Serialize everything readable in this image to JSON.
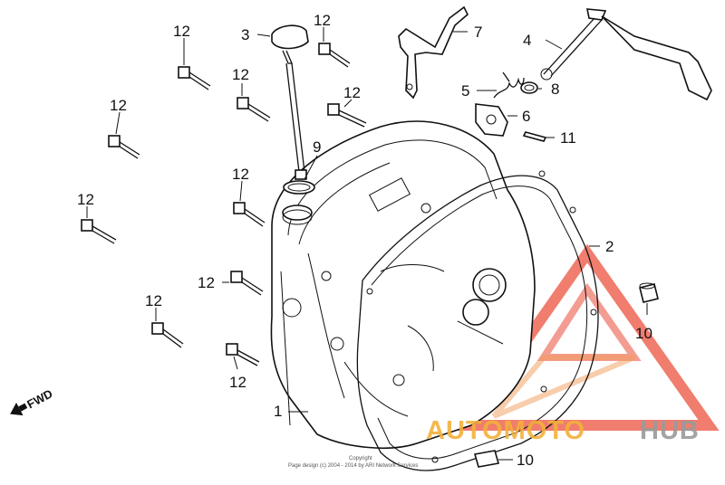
{
  "callouts": {
    "c1": "1",
    "c2": "2",
    "c3": "3",
    "c4": "4",
    "c5": "5",
    "c6": "6",
    "c7": "7",
    "c8": "8",
    "c9": "9",
    "c10": "10",
    "c11": "11",
    "c12": "12"
  },
  "fwd_label": "FWD",
  "copyright": "Page design (c) 2004 - 2014 by ARI Network Services",
  "copyright_top": "Copyright",
  "watermark": {
    "part1": "AUTOMOTO",
    "part2": "HUB",
    "accent_color": "#e8402a",
    "gold_color": "#f3b13b",
    "gray_color": "#9a9a9a"
  }
}
